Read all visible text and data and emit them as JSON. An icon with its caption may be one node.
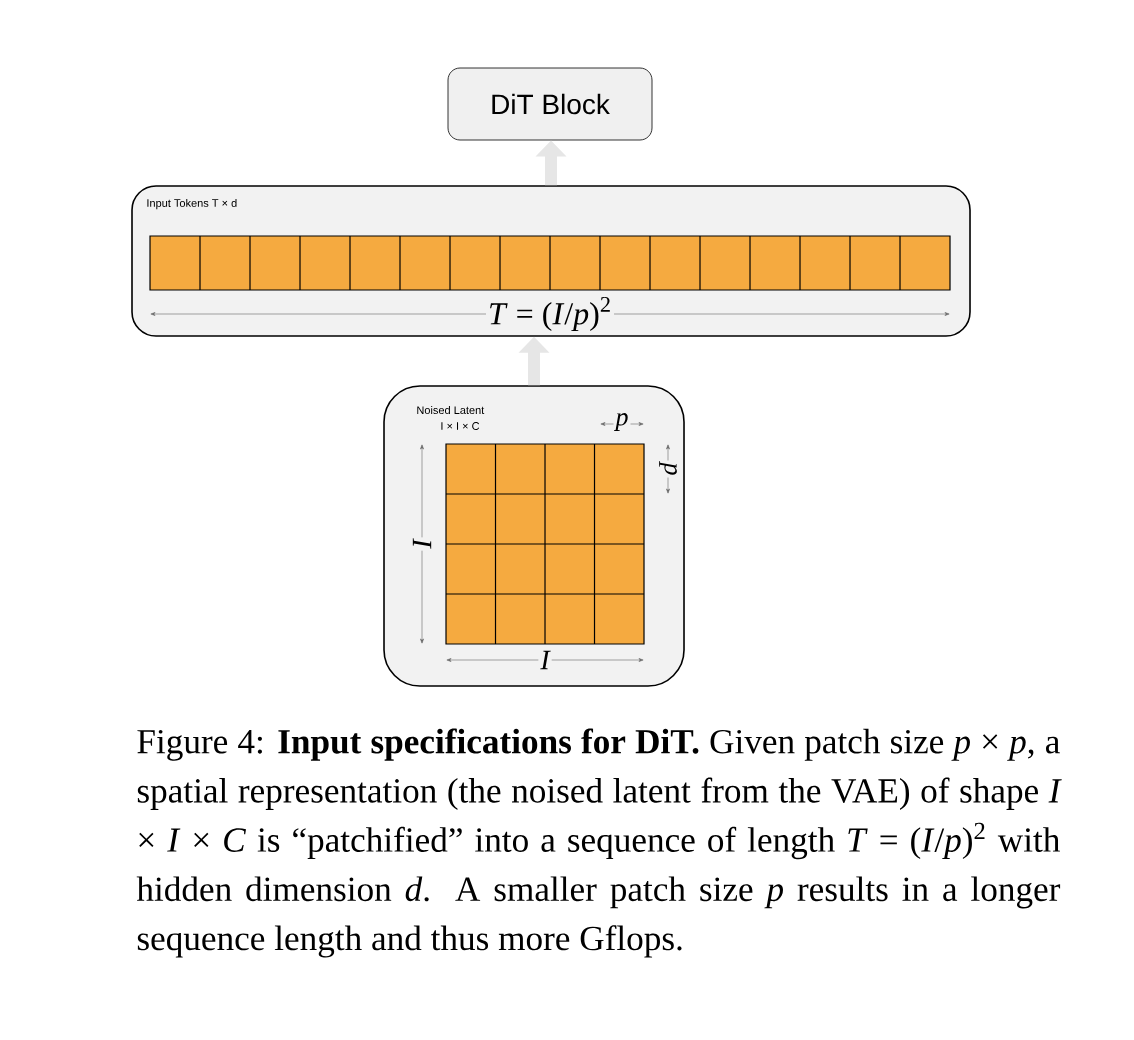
{
  "diagram": {
    "caption": "Figure 4: **Input specifications for DiT.** Given patch size *p* × *p*, a spatial representation (the noised latent from the VAE) of shape *I* × *I* × *C* is “patchified” into a sequence of length *T* = (*I*/*p*)$^{2}$ with hidden dimension *d*. A smaller patch size *p* results in a longer sequence length and thus more Gflops.",
    "nodes": [
      {
        "text": [
          "DiT Block"
        ]
      },
      {
        "text": [
          "Input Tokens T × d"
        ]
      },
      {
        "text": [
          "Noised Latent",
          "I × I × C"
        ]
      }
    ],
    "edges": [
      {
        "from": 2,
        "to": 1,
        "arrow": "to"
      },
      {
        "from": 1,
        "to": 0,
        "arrow": "to"
      }
    ],
    "labels": [
      "*T* = (*I*/*p*)$^{2}$",
      "p",
      "p",
      "I",
      "I"
    ]
  }
}
